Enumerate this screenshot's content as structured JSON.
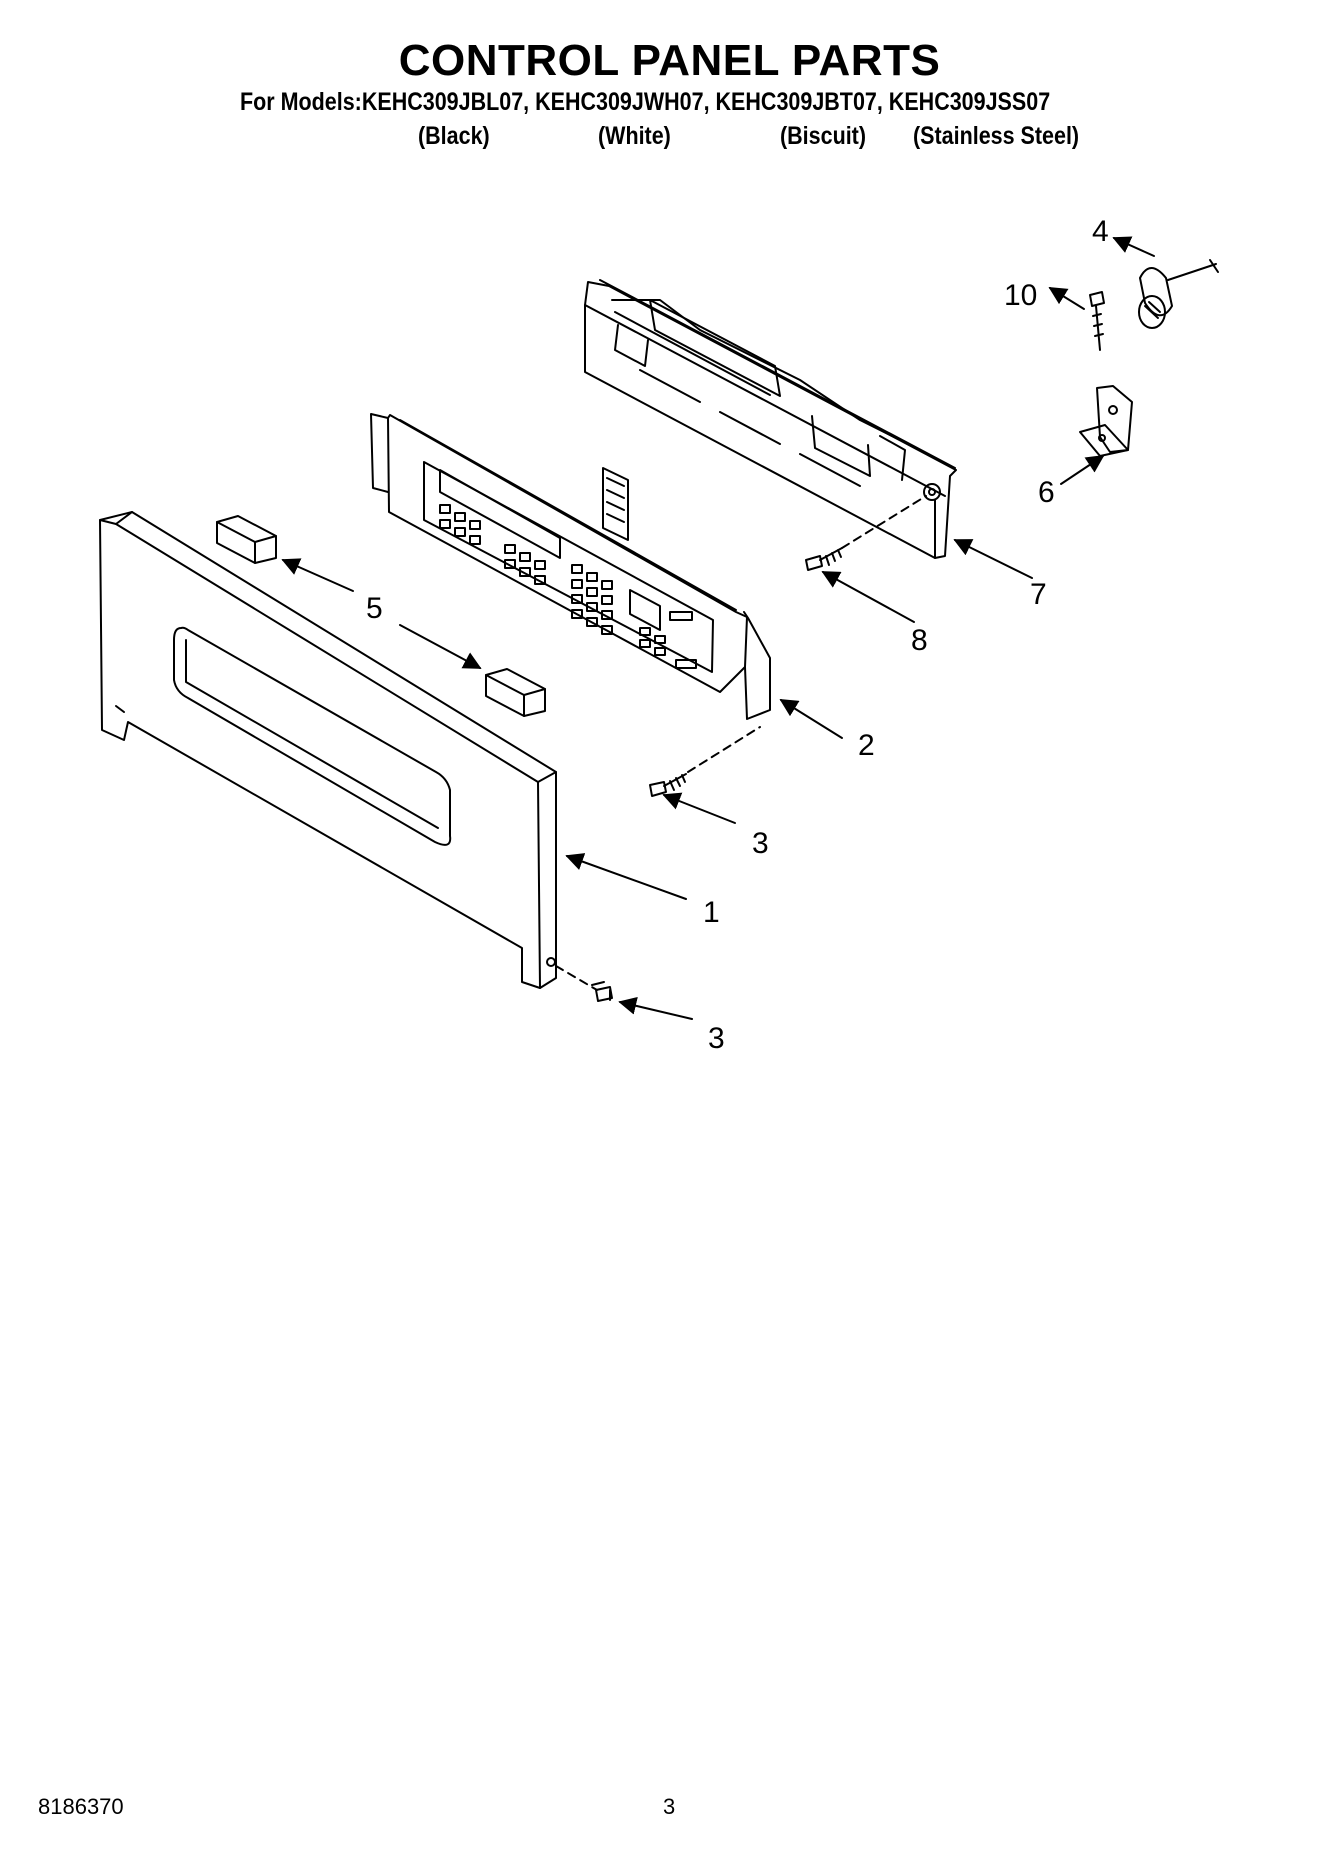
{
  "header": {
    "title": "CONTROL PANEL PARTS",
    "models_line": "For Models:KEHC309JBL07, KEHC309JWH07, KEHC309JBT07, KEHC309JSS07",
    "colors": [
      "(Black)",
      "(White)",
      "(Biscuit)",
      "(Stainless Steel)"
    ]
  },
  "callouts": [
    "1",
    "2",
    "3",
    "3",
    "4",
    "5",
    "6",
    "7",
    "8",
    "10"
  ],
  "footer": {
    "doc_number": "8186370",
    "page_number": "3"
  }
}
